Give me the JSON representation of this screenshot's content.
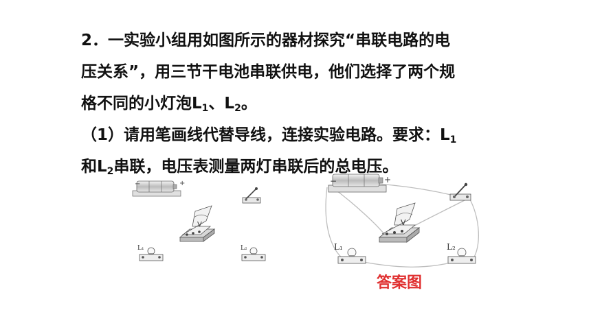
{
  "question": {
    "line1": "2．一实验小组用如图所示的器材探究“串联电路的电",
    "line2": "压关系”，用三节干电池串联供电，他们选择了两个规",
    "line3_pre": "格不同的小灯泡L",
    "line3_sub1": "1",
    "line3_mid": "、L",
    "line3_sub2": "2",
    "line3_post": "。",
    "line4_pre": "（1）请用笔画线代替导线，连接实验电路。要求：L",
    "line4_sub": "1",
    "line5_pre": "和L",
    "line5_sub": "2",
    "line5_post": "串联，电压表测量两灯串联后的总电压。"
  },
  "figure": {
    "left": {
      "battery_minus": "−",
      "battery_plus": "+",
      "voltmeter_symbol": "V",
      "lamp1_label": "L₁",
      "lamp2_label": "L₂"
    },
    "right": {
      "battery_minus": "−",
      "battery_plus": "+",
      "voltmeter_symbol": "V",
      "lamp1_label": "L₁",
      "lamp2_label": "L₂"
    }
  },
  "answer_label": "答案图",
  "colors": {
    "answer": "#e03030",
    "wire": "#bdbdbd"
  }
}
